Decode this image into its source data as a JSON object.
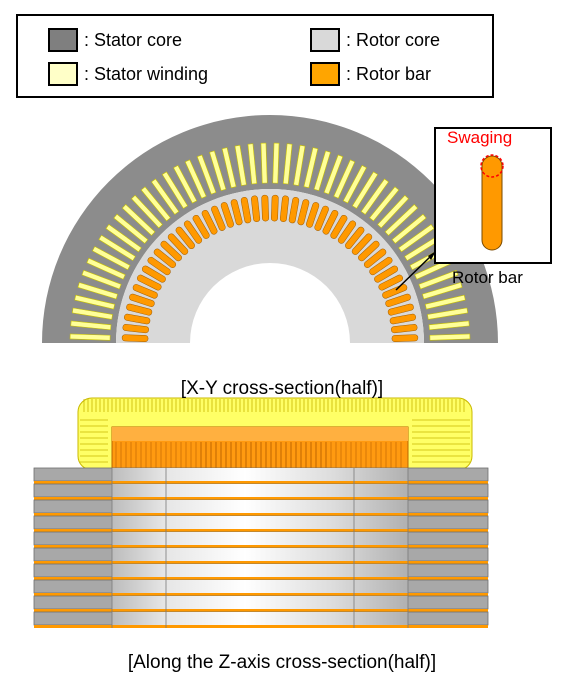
{
  "legend": {
    "items": [
      {
        "label": ": Stator core",
        "color": "#7f7f7f"
      },
      {
        "label": ": Rotor core",
        "color": "#d9d9d9"
      },
      {
        "label": ": Stator winding",
        "color": "#ffffc8"
      },
      {
        "label": ": Rotor bar",
        "color": "#ffa500"
      }
    ]
  },
  "inset": {
    "title": "Swaging",
    "title_color": "#ff0000",
    "label": "Rotor bar"
  },
  "captions": {
    "xy": "[X-Y cross-section(half)]",
    "z": "[Along the Z-axis cross-section(half)]"
  },
  "colors": {
    "stator_core": "#8c8c8c",
    "rotor_core": "#d9d9d9",
    "stator_winding": "#ffff99",
    "rotor_bar": "#ff9900"
  }
}
